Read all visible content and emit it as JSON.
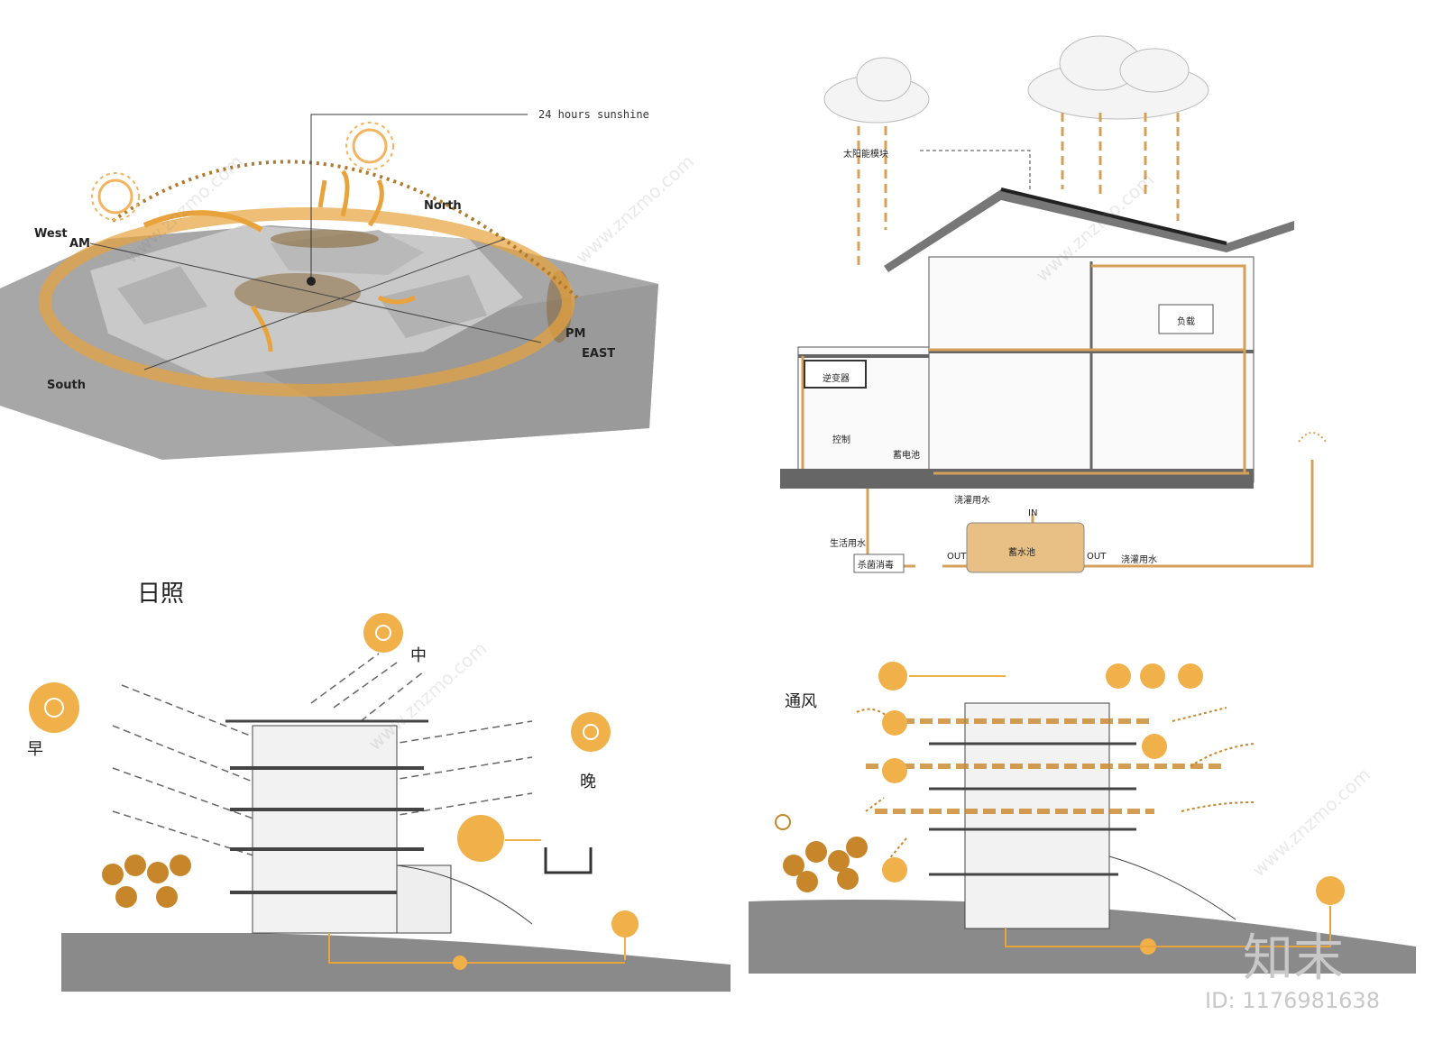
{
  "site_plan": {
    "annotation": "24 hours sunshine",
    "directions": {
      "west": "West",
      "am": "AM",
      "north": "North",
      "pm": "PM",
      "east": "EAST",
      "south": "South"
    }
  },
  "house_section": {
    "labels": {
      "solar_module": "太阳能模块",
      "inverter": "逆变器",
      "controller": "控制",
      "battery": "蓄电池",
      "load": "负载",
      "domestic_water": "生活用水",
      "irrigation_water_1": "浇灌用水",
      "irrigation_water_2": "浇灌用水",
      "in": "IN",
      "out_left": "OUT",
      "out_right": "OUT",
      "reservoir": "蓄水池",
      "sterilize": "杀菌消毒"
    }
  },
  "sunlight_section": {
    "title": "日照",
    "morning": "早",
    "noon": "中",
    "evening": "晚"
  },
  "ventilation_section": {
    "title": "通风"
  },
  "watermark": {
    "brand": "知末",
    "id": "ID: 1176981638",
    "url": "www.znzmo.com"
  },
  "colors": {
    "accent": "#e8a33c",
    "accent_dark": "#c8862a",
    "ground": "#8a8a8a",
    "line": "#555555"
  }
}
